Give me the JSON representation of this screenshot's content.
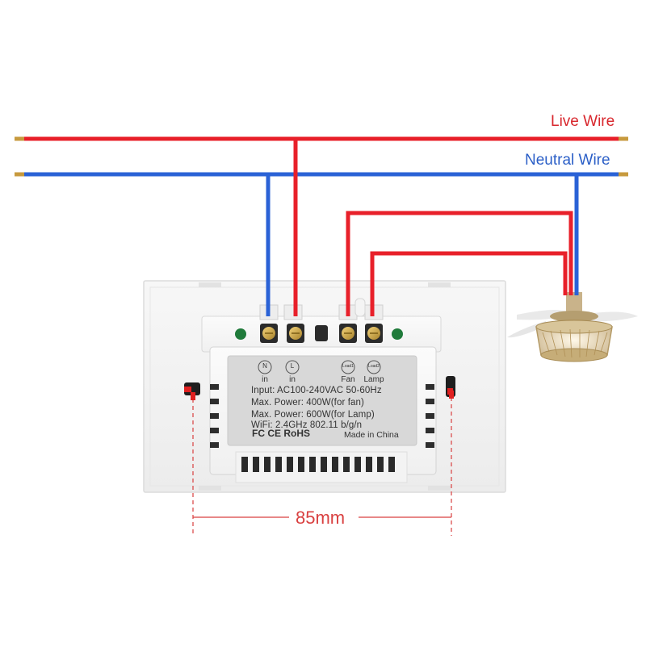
{
  "labels": {
    "live_wire": "Live Wire",
    "neutral_wire": "Neutral Wire",
    "dimension": "85mm"
  },
  "terminals": [
    {
      "symbol": "N",
      "text": "in"
    },
    {
      "symbol": "L",
      "text": "in"
    },
    {
      "symbol": "Load1",
      "text": "Fan"
    },
    {
      "symbol": "Load2",
      "text": "Lamp"
    }
  ],
  "specs": {
    "input": "Input: AC100-240VAC 50-60Hz",
    "power_fan": "Max. Power: 400W(for fan)",
    "power_lamp": "Max. Power: 600W(for Lamp)",
    "wifi": "WiFi: 2.4GHz 802.11 b/g/n",
    "certifications": "FC  CE  RoHS",
    "made_in": "Made in China"
  },
  "colors": {
    "live_wire": "#e8202a",
    "neutral_wire": "#2a62d6",
    "live_label": "#d8262c",
    "neutral_label": "#2b5fc7",
    "dimension": "#d94040",
    "label_plate": "#d8d8d8"
  }
}
